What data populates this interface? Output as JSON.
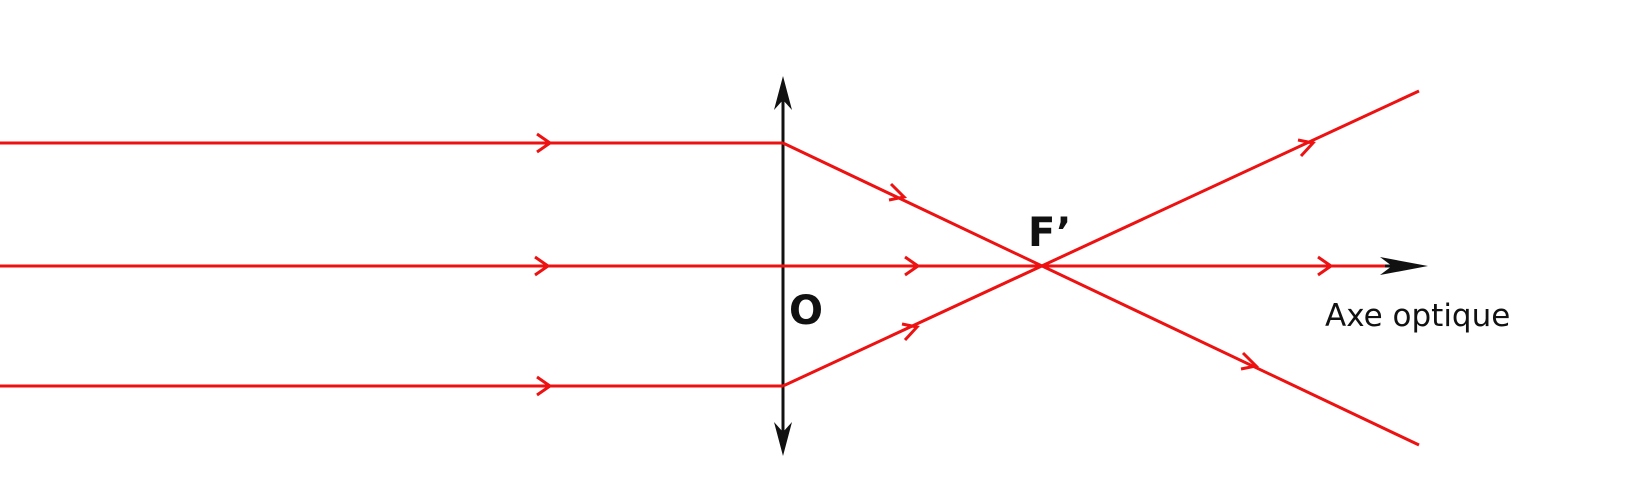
{
  "labels": {
    "optical_center": "O",
    "focal_point": "F’",
    "axis_caption": "Axe optique"
  },
  "colors": {
    "ray": "#ee1111",
    "axis": "#111111",
    "lens": "#111111",
    "text": "#111111",
    "background": "#ffffff"
  }
}
